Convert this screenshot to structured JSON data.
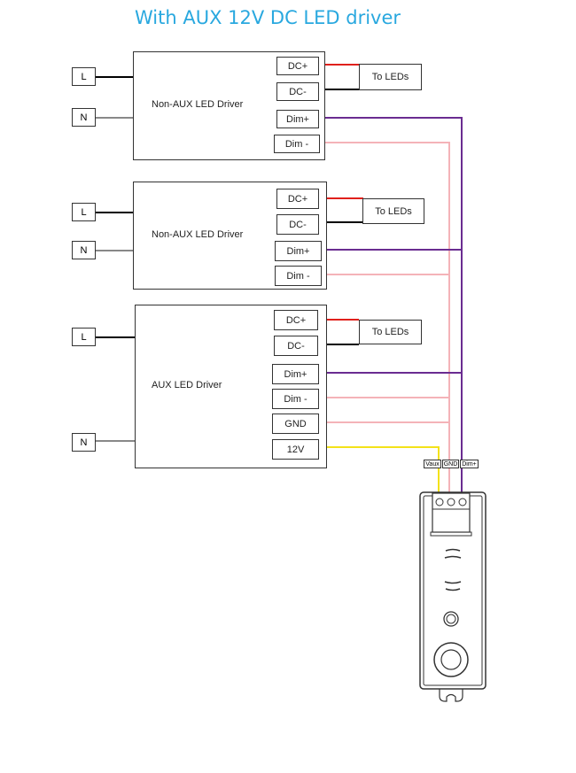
{
  "title": "With AUX 12V DC LED driver",
  "mains": {
    "live": "L",
    "neutral": "N"
  },
  "drivers": [
    {
      "name": "Non-AUX  LED Driver",
      "terminals": [
        "DC+",
        "DC-",
        "Dim+",
        "Dim -"
      ],
      "output_label": "To LEDs"
    },
    {
      "name": "Non-AUX  LED Driver",
      "terminals": [
        "DC+",
        "DC-",
        "Dim+",
        "Dim -"
      ],
      "output_label": "To LEDs"
    },
    {
      "name": "AUX  LED Driver",
      "terminals": [
        "DC+",
        "DC-",
        "Dim+",
        "Dim -",
        "GND",
        "12V"
      ],
      "output_label": "To LEDs"
    }
  ],
  "controller_terminals": [
    "Vaux",
    "GND",
    "Dim+"
  ],
  "colors": {
    "title": "#29a8df",
    "dc_plus": "#e0201c",
    "dc_minus": "#000000",
    "dim_plus": "#6a2c91",
    "dim_minus": "#f4b3b8",
    "aux_12v": "#f3e21a",
    "neutral": "#888888"
  }
}
